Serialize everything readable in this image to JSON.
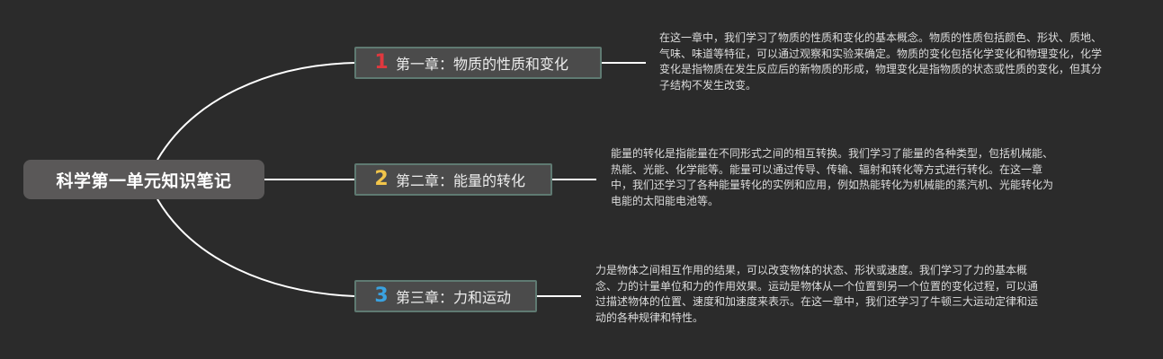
{
  "mindmap": {
    "root": "科学第一单元知识笔记",
    "chapters": [
      {
        "num": "1",
        "title": "第一章：物质的性质和变化",
        "note": "在这一章中，我们学习了物质的性质和变化的基本概念。物质的性质包括颜色、形状、质地、气味、味道等特征，可以通过观察和实验来确定。物质的变化包括化学变化和物理变化，化学变化是指物质在发生反应后的新物质的形成，物理变化是指物质的状态或性质的变化，但其分子结构不发生改变。"
      },
      {
        "num": "2",
        "title": "第二章：能量的转化",
        "note": "能量的转化是指能量在不同形式之间的相互转换。我们学习了能量的各种类型，包括机械能、热能、光能、化学能等。能量可以通过传导、传输、辐射和转化等方式进行转化。在这一章中，我们还学习了各种能量转化的实例和应用，例如热能转化为机械能的蒸汽机、光能转化为电能的太阳能电池等。"
      },
      {
        "num": "3",
        "title": "第三章：力和运动",
        "note": "力是物体之间相互作用的结果，可以改变物体的状态、形状或速度。我们学习了力的基本概念、力的计量单位和力的作用效果。运动是物体从一个位置到另一个位置的变化过程，可以通过描述物体的位置、速度和加速度来表示。在这一章中，我们还学习了牛顿三大运动定律和运动的各种规律和特性。"
      }
    ]
  },
  "colors": {
    "background": "#2b2b2b",
    "root_fill": "#5a5858",
    "topic_fill": "#4b4b4b",
    "topic_border": "#5f7a72",
    "connector": "#ffffff",
    "num_1": "#e0383e",
    "num_2": "#f2c54a",
    "num_3": "#3aa2e0"
  }
}
